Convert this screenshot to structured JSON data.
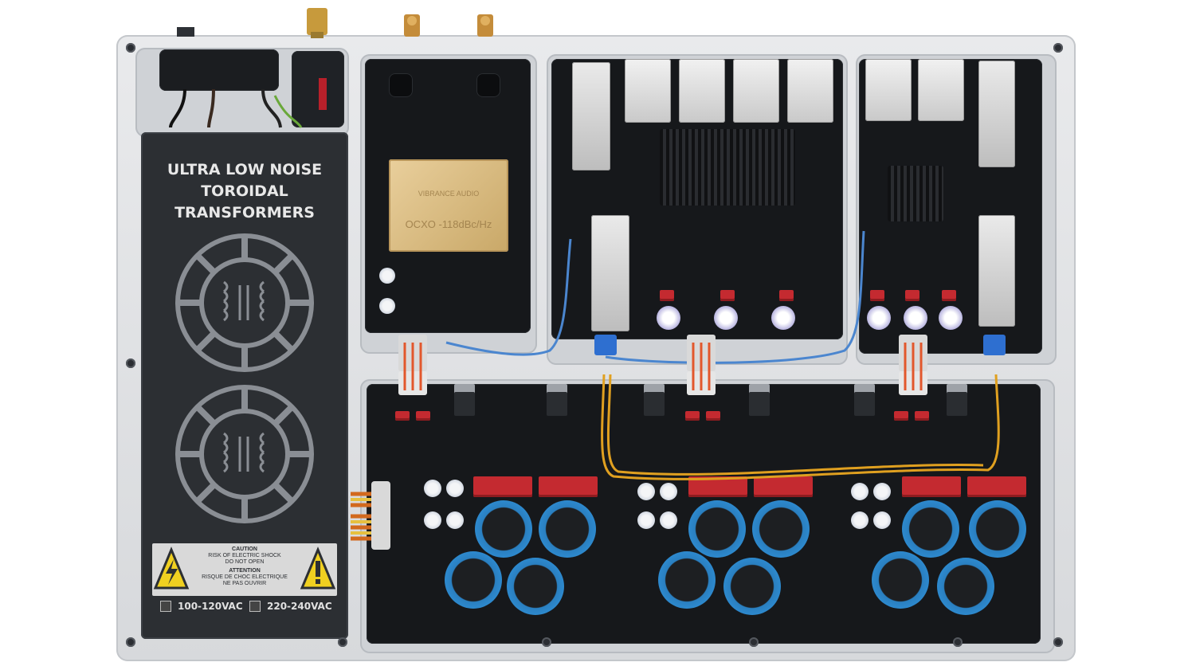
{
  "cover": {
    "title_lines": [
      "ULTRA LOW NOISE",
      "TOROIDAL",
      "TRANSFORMERS"
    ],
    "warning": {
      "caution_title": "CAUTION",
      "caution_text_1": "RISK OF ELECTRIC SHOCK",
      "caution_text_2": "DO NOT OPEN",
      "attention_title": "ATTENTION",
      "attention_text_1": "RISQUE DE CHOC ELECTRIQUE",
      "attention_text_2": "NE PAS OUVRIR"
    },
    "voltage_options": [
      "100-120VAC",
      "220-240VAC"
    ]
  },
  "ocxo": {
    "brand": "VIBRANCE AUDIO",
    "spec": "OCXO  -118dBc/Hz"
  },
  "colors": {
    "pcb": "#16181b",
    "chassis": "#d9dbde",
    "capacitor_blue": "#2f8fd6",
    "film_cap_red": "#c42a30",
    "fiber_blue": "#3a7fd0",
    "fiber_yellow": "#e0a020",
    "ocxo_gold": "#d9bb80"
  }
}
